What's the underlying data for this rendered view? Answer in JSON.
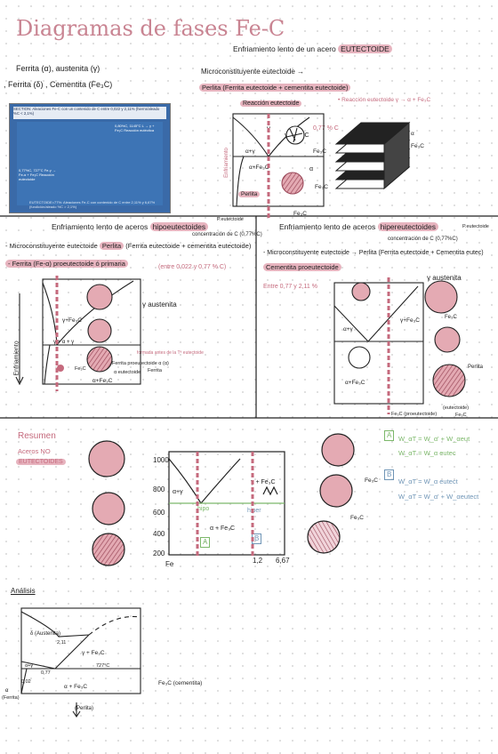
{
  "header": {
    "title": "Diagramas de fases Fe-C",
    "phases_line1": "Ferrita (α), austenita (γ)",
    "phases_line2": ", Ferrita (δ) , Cementita (Fe₃C)"
  },
  "eutectoid": {
    "heading": "Enfriamiento lento de un acero",
    "heading_tag": "EUTECTOIDE",
    "micro": "Microconstituyente eutectoide →",
    "micro_result": "Perlita (Ferrita eutectoide + cementita eutectoide)",
    "reaction_note": "• Reacción eutectoide γ → α + Fe₃C",
    "reaction_label": "Reacción eutectoide",
    "conc": "0,77 % C",
    "lbl_gamma": "γ",
    "lbl_af": "α+Fe₃C",
    "lbl_ag": "α+γ",
    "lbl_perlita": "Perlita",
    "lbl_enfr": "Enfriamiento",
    "lbl_fe3c": "Fe₃C",
    "lbl_alpha": "α",
    "lbl_gf": "γ + Fe₃C"
  },
  "photo": {
    "caption": "SECTION: Aleaciones Fe-C con un contenido de C entre 0,022 y 2,11% (hierro/aleado %C < 2,1%)",
    "box1": "0,80%C, 1145°C  L → γ + Fe₃C  Reacción eutéctica",
    "box2": "0,77%C, 727°C  Fe-γ → Fe-α + Fe₃C  Reacción eutectoide",
    "bottom": "EUTECTOIDE=77%: Aleaciones Fe-C con contenido de C entre 2,11% y 6,67% (fundición/aleado %C > 2,1%)"
  },
  "hypo": {
    "heading": "Enfriamiento lento de aceros",
    "tag": "hipoeutectoides",
    "sub_top": "P.eutectoide",
    "sub": "concentración de C (0,77%C)",
    "micro": "- Microconstituyente eutectoide",
    "micro_hl": "Perlita",
    "micro_rest": "(Ferrita eutectoide + cementita eutectoide)",
    "ferrita": "- Ferrita (Fe-α) proeutectoide ó primaria",
    "range": "(entre 0,022 y 0,77 % C)",
    "austenita": "γ austenita",
    "lbl_gf": "γ+Fe₃C",
    "lbl_ag": "γ + α + γ",
    "lbl_af": "α+Fe₃C",
    "enfr": "Enfriamiento",
    "formada": "formada antes de la Tª eutectoide",
    "ferrita_pro": "Ferrita proeutectoide α (α)",
    "fe3c_lbl": "Fe₃C",
    "eutectoid_lbl": "α eutectoide",
    "ferrita_lbl": "Ferrita"
  },
  "hyper": {
    "heading": "Enfriamiento lento de aceros",
    "tag": "hipereutectoides",
    "sub_top": "P.eutectoide",
    "sub": "concentración de C (0,77%C)",
    "micro": "- Microconstituyente eutectoide → Perlita (Ferrita eutectoide + Cementita eutec)",
    "cementita": "Cementita proeutectoide",
    "range": "Entre 0,77 y 2,11 %",
    "austenita": "γ austenita",
    "lbl_gf": "γ+Fe₃C",
    "lbl_ag": "α+γ",
    "lbl_af": "α+Fe₃C",
    "fe3c": "Fe₃C",
    "fe3c_pro": "Fe₃C (proeutectoide)",
    "perlita": "Perlita",
    "eutectoide": "(eutectoide)",
    "fe3c2": "Fe₃C"
  },
  "resumen": {
    "title": "Resumen",
    "tag1": "Aceros NO",
    "tag2": "EUTECTOIDES",
    "y_ticks": [
      "1000",
      "800",
      "600",
      "400",
      "200"
    ],
    "x_labels": [
      "Fe",
      "1,2",
      "6,67"
    ],
    "lbl_ag": "α+γ",
    "lbl_gf": "γ + Fe₃C",
    "lbl_af": "α + Fe₃C",
    "lbl_hipo": "hipo",
    "lbl_hiper": "hiper",
    "lbl_A": "A",
    "lbl_B": "B",
    "fe3c_a": "Fe₃C",
    "fe3c_b": "Fe₃C",
    "eq_A1": "W_αT = W_α' + W_αeut",
    "eq_A2": "W_αT = W_α eutec",
    "eq_B1": "W_αT = W_α eutect",
    "eq_B2": "W_αT = W_α' + W_αeutect"
  },
  "analisis": {
    "title": "Análisis",
    "lbl_delta": "δ (Austenita)",
    "lbl_211": "2,11",
    "lbl_gf": "γ + Fe₃C",
    "lbl_727": "727°C",
    "lbl_ag": "α+γ",
    "lbl_002": "0,02",
    "lbl_077": "0,77",
    "lbl_af": "α + Fe₃C",
    "lbl_fe3c": "Fe₃C (cementita)",
    "lbl_alpha": "α",
    "lbl_ferrita": "(Ferrita)",
    "lbl_perlita": "(Perlita)"
  },
  "colors": {
    "accent_pink": "#c56a7d",
    "highlight": "#e7b4bf",
    "circle_fill": "#e4aab3",
    "green": "#7cb86a",
    "blue": "#6f95b6"
  }
}
